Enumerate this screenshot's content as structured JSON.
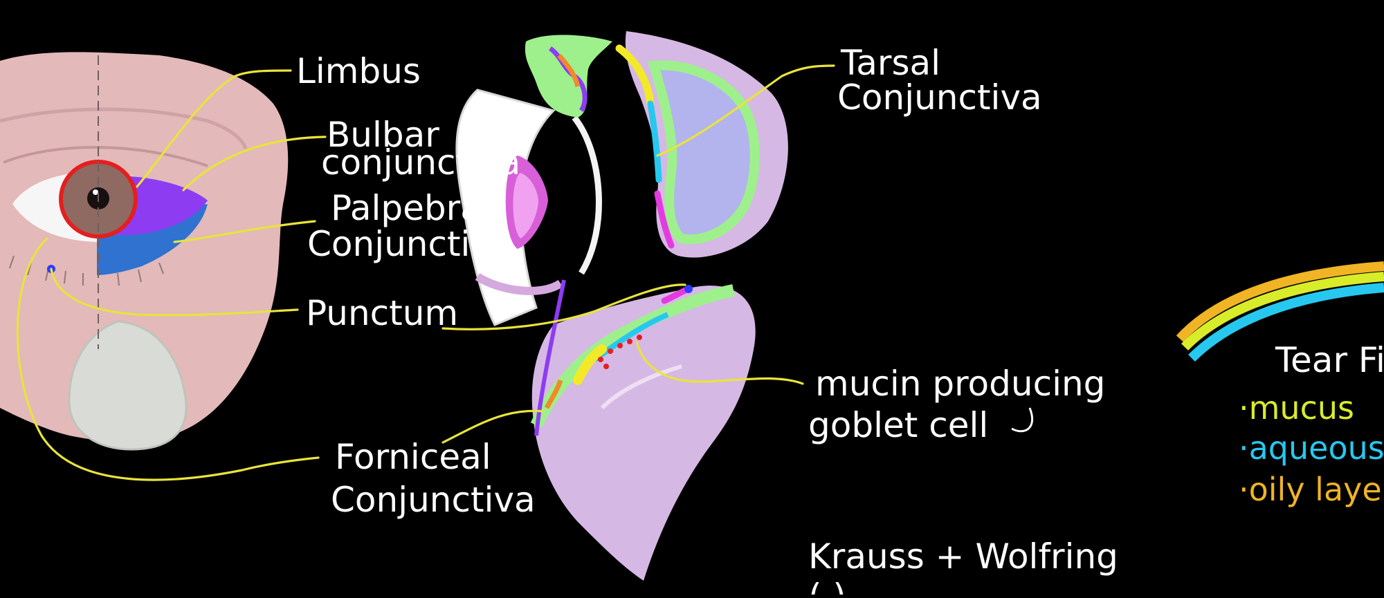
{
  "labels": {
    "limbus": "Limbus",
    "bulbar_1": "Bulbar",
    "bulbar_2": "conjunctiva",
    "palpebral_1": "Palpebral",
    "palpebral_2": "Conjunctiva",
    "punctum": "Punctum",
    "forniceal_1": "Forniceal",
    "forniceal_2": "Conjunctiva",
    "tarsal_1": "Tarsal",
    "tarsal_2": "Conjunctiva",
    "goblet_1": "mucin producing",
    "goblet_2": "goblet cell",
    "krauss": "Krauss + Wolfring",
    "krauss_cut": "(           )"
  },
  "tear_film": {
    "title": "Tear Fi",
    "items": [
      {
        "text": "·mucus",
        "color": "#d9ec2a"
      },
      {
        "text": "·aqueous",
        "color": "#27c8ef"
      },
      {
        "text": "·oily laye",
        "color": "#f0b424"
      }
    ]
  },
  "colors": {
    "leader": "#e8e43c",
    "skin": "#e3b9ba",
    "limbus_ring": "#e41f1f",
    "bulbar": "#8d3cf2",
    "palpebral": "#2f72cf",
    "conjunctiva_green": "#9ef08c",
    "lid_lilac": "#d6b8e4",
    "punctum_dot": "#2a3cff"
  }
}
